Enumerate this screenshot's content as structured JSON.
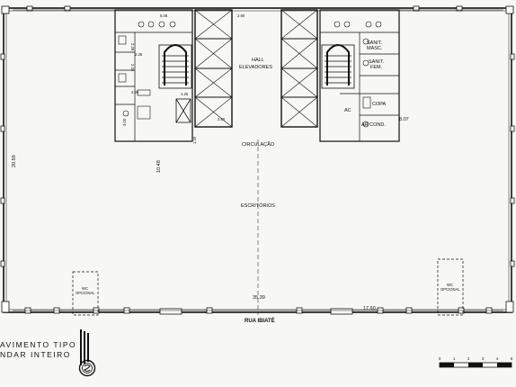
{
  "labels": {
    "hall": "HALL",
    "elevadores": "ELEVADORES",
    "circulacao": "CIRCULAÇÃO",
    "escritorios": "ESCRITÓRIOS",
    "rua": "RUA IBIATÉ",
    "sanit_masc_1": "SANIT.",
    "sanit_masc_2": "MASC.",
    "sanit_fem_1": "SANIT.",
    "sanit_fem_2": "FEM.",
    "copa": "COPA",
    "ac": "AC",
    "ar_cond": "AR COND.",
    "wc_left_1": "WC",
    "wc_left_2": "OPCIONAL",
    "wc_right_1": "WC",
    "wc_right_2": "OPCIONAL"
  },
  "dimensions": {
    "d506": "5.06",
    "d290": "2.90",
    "d236": "2.36",
    "d239": "2.39",
    "d234": "2.34",
    "d220": "2.20",
    "d125": "1.25",
    "d250": "2.50",
    "d300": "3.00",
    "d120": "1.20",
    "d1048": "10.48",
    "d2059": "20.59",
    "d807": "8.07",
    "d3539": "35.39",
    "d1760": "17.60"
  },
  "legend": {
    "line1": "AVIMENTO TIPO",
    "line2": "NDAR INTEIRO"
  },
  "scale": {
    "ticks": [
      "0",
      "1",
      "2",
      "3",
      "4",
      "5"
    ]
  }
}
